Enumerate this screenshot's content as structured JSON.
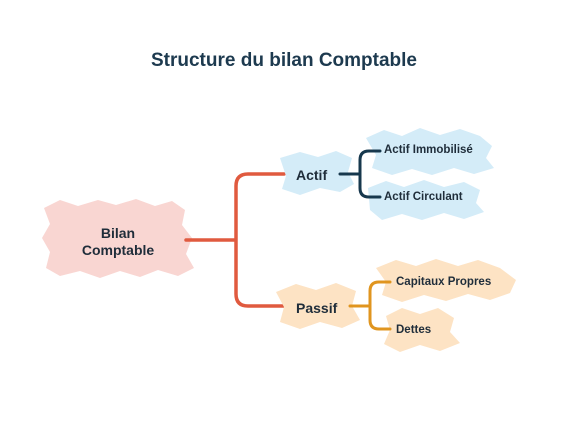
{
  "title": "Structure du bilan Comptable",
  "root": {
    "line1": "Bilan",
    "line2": "Comptable"
  },
  "branches": [
    {
      "label": "Actif",
      "children": [
        "Actif Immobilisé",
        "Actif Circulant"
      ]
    },
    {
      "label": "Passif",
      "children": [
        "Capitaux Propres",
        "Dettes"
      ]
    }
  ],
  "colors": {
    "title": "#1d3a4f",
    "root_fill": "#f9d6d2",
    "root_connector": "#e05a3f",
    "actif_fill": "#d4ecf8",
    "actif_connector": "#17384d",
    "passif_fill": "#fde3c4",
    "passif_connector": "#e0951f"
  }
}
